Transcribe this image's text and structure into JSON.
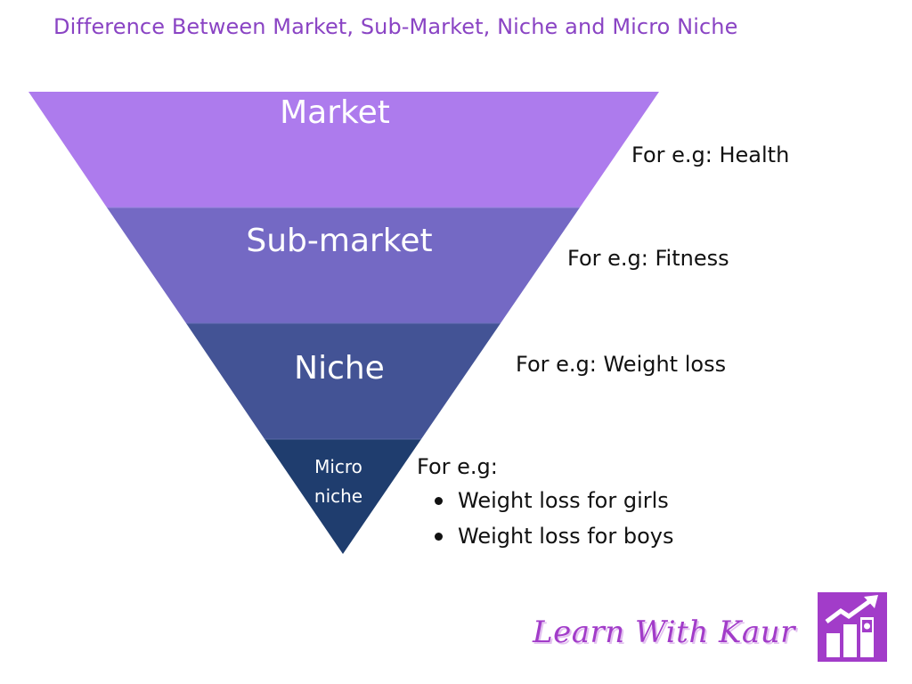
{
  "title": "Difference Between Market, Sub-Market, Niche and Micro Niche",
  "colors": {
    "title": "#8a44c4",
    "market": "#ad7bed",
    "sub_market": "#7469c4",
    "niche": "#435395",
    "micro_niche": "#1f3d6e",
    "brand": "#a23cc9"
  },
  "funnel": {
    "levels": [
      {
        "label": "Market",
        "example": "For e.g: Health"
      },
      {
        "label": "Sub-market",
        "example": "For e.g: Fitness"
      },
      {
        "label": "Niche",
        "example": "For e.g: Weight loss"
      },
      {
        "label_line1": "Micro",
        "label_line2": "niche",
        "example_heading": "For e.g:",
        "examples": [
          "Weight loss for girls",
          "Weight loss for boys"
        ]
      }
    ]
  },
  "brand": {
    "name": "Learn With Kaur",
    "logo_icon": "growth-chart-icon"
  }
}
